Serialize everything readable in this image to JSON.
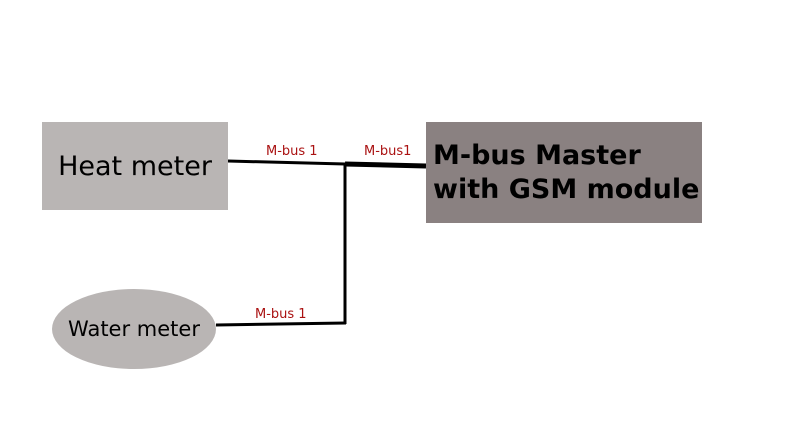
{
  "colors": {
    "heat_meter_fill": "#b9b5b4",
    "water_meter_fill": "#b9b5b4",
    "master_fill": "#8a8181",
    "wire": "#000000",
    "label_text": "#aa1111"
  },
  "nodes": {
    "heat_meter": "Heat meter",
    "water_meter": "Water meter",
    "master": {
      "line1": "M-bus Master",
      "line2": "with GSM module"
    }
  },
  "labels": {
    "heat_link": "M-bus 1",
    "master_link": "M-bus1",
    "water_link": "M-bus 1"
  }
}
